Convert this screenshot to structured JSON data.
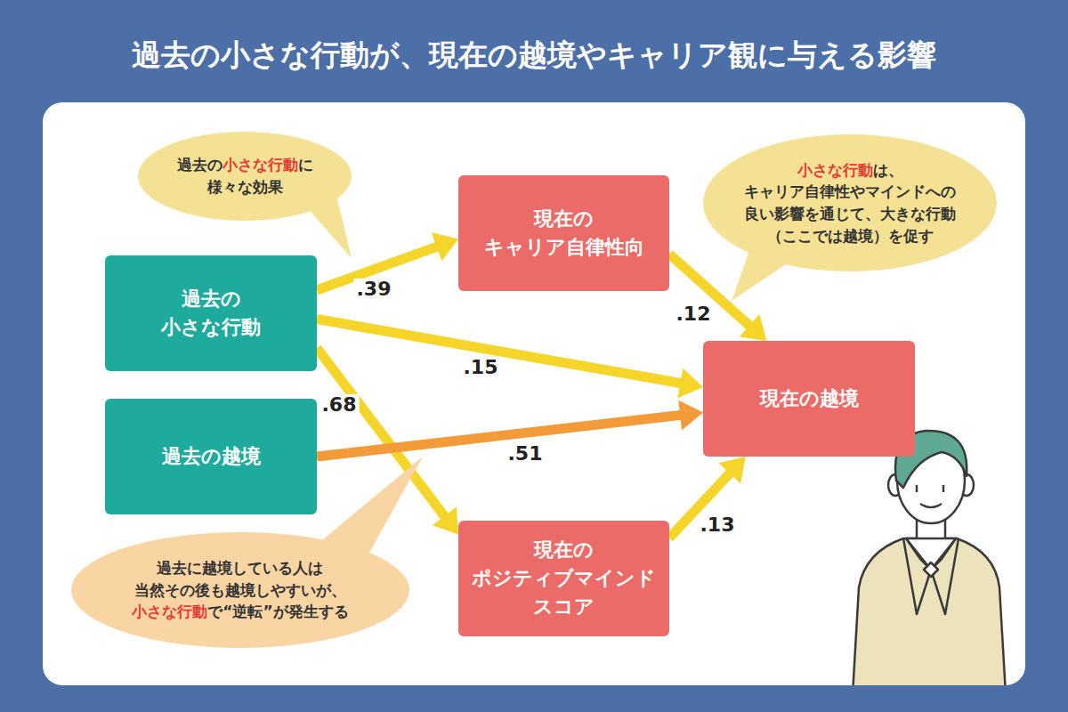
{
  "diagram": {
    "title": "過去の小さな行動が、現在の越境やキャリア観に与える影響",
    "nodes": [
      {
        "text": [
          "過去の小さな行動に 様々な効果"
        ]
      },
      {
        "text": [
          "過去の 小さな行動"
        ]
      },
      {
        "text": [
          "過去の越境"
        ]
      },
      {
        "text": [
          "現在の キャリア自律性向"
        ]
      },
      {
        "text": [
          "現在の ポジティブマインド スコア"
        ]
      },
      {
        "text": [
          "小さな行動は、 キャリア自律性やマインドへの 良い影響を通じて、大きな行動 （ここでは越境）を促す"
        ]
      },
      {
        "text": [
          "現在の越境"
        ]
      },
      {
        "text": [
          "過去に越境している人は 当然その後も越境しやすいが、 小さな行動で“逆転”が発生する"
        ]
      }
    ],
    "edges": [
      {
        "from": 1,
        "to": 3,
        "arrow": "to",
        "label": ".39"
      },
      {
        "from": 1,
        "to": 6,
        "arrow": "to",
        "label": ".15"
      },
      {
        "from": 1,
        "to": 4,
        "arrow": "to",
        "label": ".68"
      },
      {
        "from": 2,
        "to": 6,
        "arrow": "to",
        "label": ".51"
      },
      {
        "from": 3,
        "to": 6,
        "arrow": "to",
        "label": ".12"
      },
      {
        "from": 4,
        "to": 6,
        "arrow": "to",
        "label": ".13"
      }
    ]
  }
}
